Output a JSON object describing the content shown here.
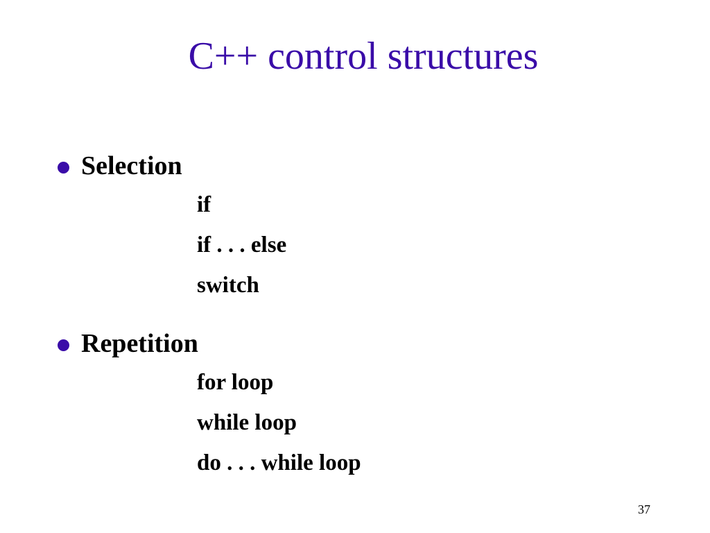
{
  "slide": {
    "title": "C++ control structures",
    "sections": [
      {
        "label": "Selection",
        "items": [
          "if",
          "if . . . else",
          "switch"
        ]
      },
      {
        "label": "Repetition",
        "items": [
          "for loop",
          "while loop",
          "do . . . while loop"
        ]
      }
    ],
    "page_number": "37"
  },
  "colors": {
    "title": "#3a0ca8",
    "bullet": "#3a0ca8",
    "text": "#000000",
    "background": "#ffffff"
  }
}
